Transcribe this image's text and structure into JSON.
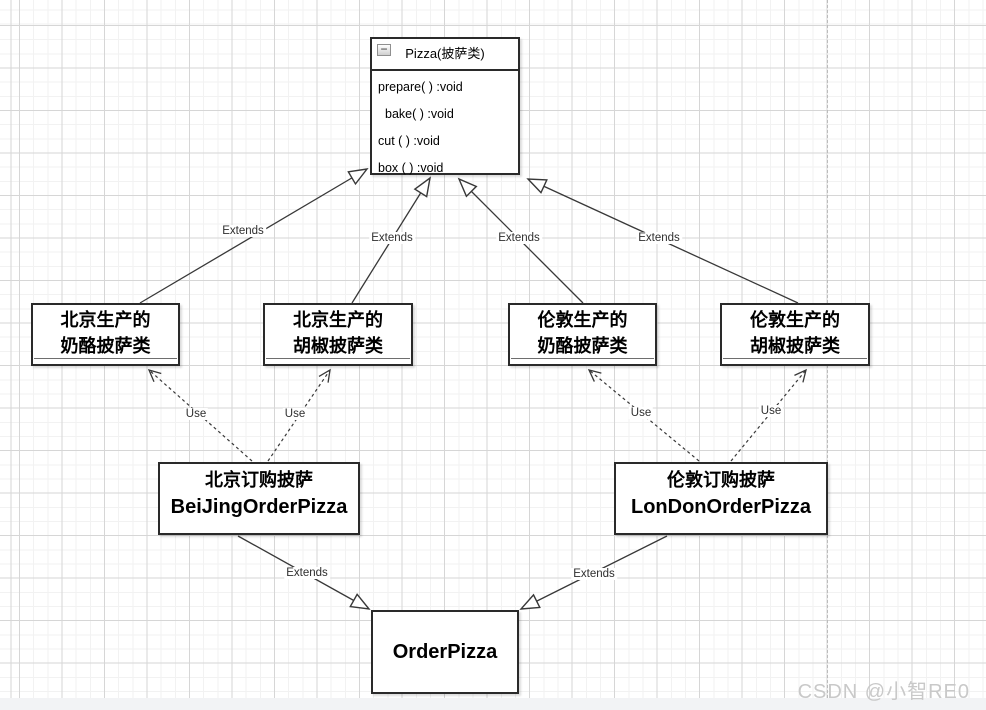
{
  "diagram": {
    "pizza": {
      "title": "Pizza(披萨类)",
      "methods": [
        "prepare( ) :void",
        "bake( ) :void",
        "cut ( ) :void",
        "box ( ) :void"
      ]
    },
    "producers": [
      {
        "line1": "北京生产的",
        "line2": "奶酪披萨类"
      },
      {
        "line1": "北京生产的",
        "line2": "胡椒披萨类"
      },
      {
        "line1": "伦敦生产的",
        "line2": "奶酪披萨类"
      },
      {
        "line1": "伦敦生产的",
        "line2": "胡椒披萨类"
      }
    ],
    "orders": [
      {
        "line1": "北京订购披萨",
        "line2": "BeiJingOrderPizza"
      },
      {
        "line1": "伦敦订购披萨",
        "line2": "LonDonOrderPizza"
      }
    ],
    "base": {
      "title": "OrderPizza"
    },
    "edge_labels": {
      "extends": "Extends",
      "use": "Use"
    }
  },
  "icons": {
    "collapse": "−"
  },
  "watermark": "CSDN @小智RE0",
  "colors": {
    "edge_line": "#383838",
    "grid_major": "#d6d6d6",
    "grid_minor": "#f2f2f2",
    "watermark": "#c9c9c9"
  }
}
